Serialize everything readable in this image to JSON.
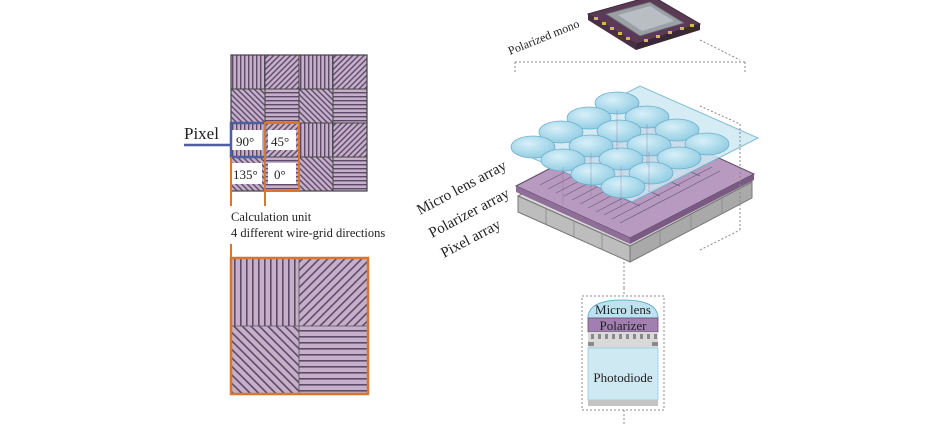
{
  "labels": {
    "pixel": "Pixel",
    "angle_90": "90°",
    "angle_45": "45°",
    "angle_135": "135°",
    "angle_0": "0°",
    "calc_line1": "Calculation unit",
    "calc_line2": "4 different wire-grid directions",
    "sensor": "Polarized mono",
    "micro_lens_array": "Micro lens array",
    "polarizer_array": "Polarizer array",
    "pixel_array": "Pixel array",
    "cs_micro_lens": "Micro lens",
    "cs_polarizer": "Polarizer",
    "cs_photodiode": "Photodiode"
  },
  "colors": {
    "grid_bg": "#c6b0c9",
    "wire": "#5d4a6b",
    "orange": "#d8762e",
    "blue": "#4d5fa0",
    "lens": "#a9d8ea",
    "lens_edge": "#6cb0cc",
    "polarizer_layer": "#b89ac0",
    "pixel_base": "#dadada"
  }
}
